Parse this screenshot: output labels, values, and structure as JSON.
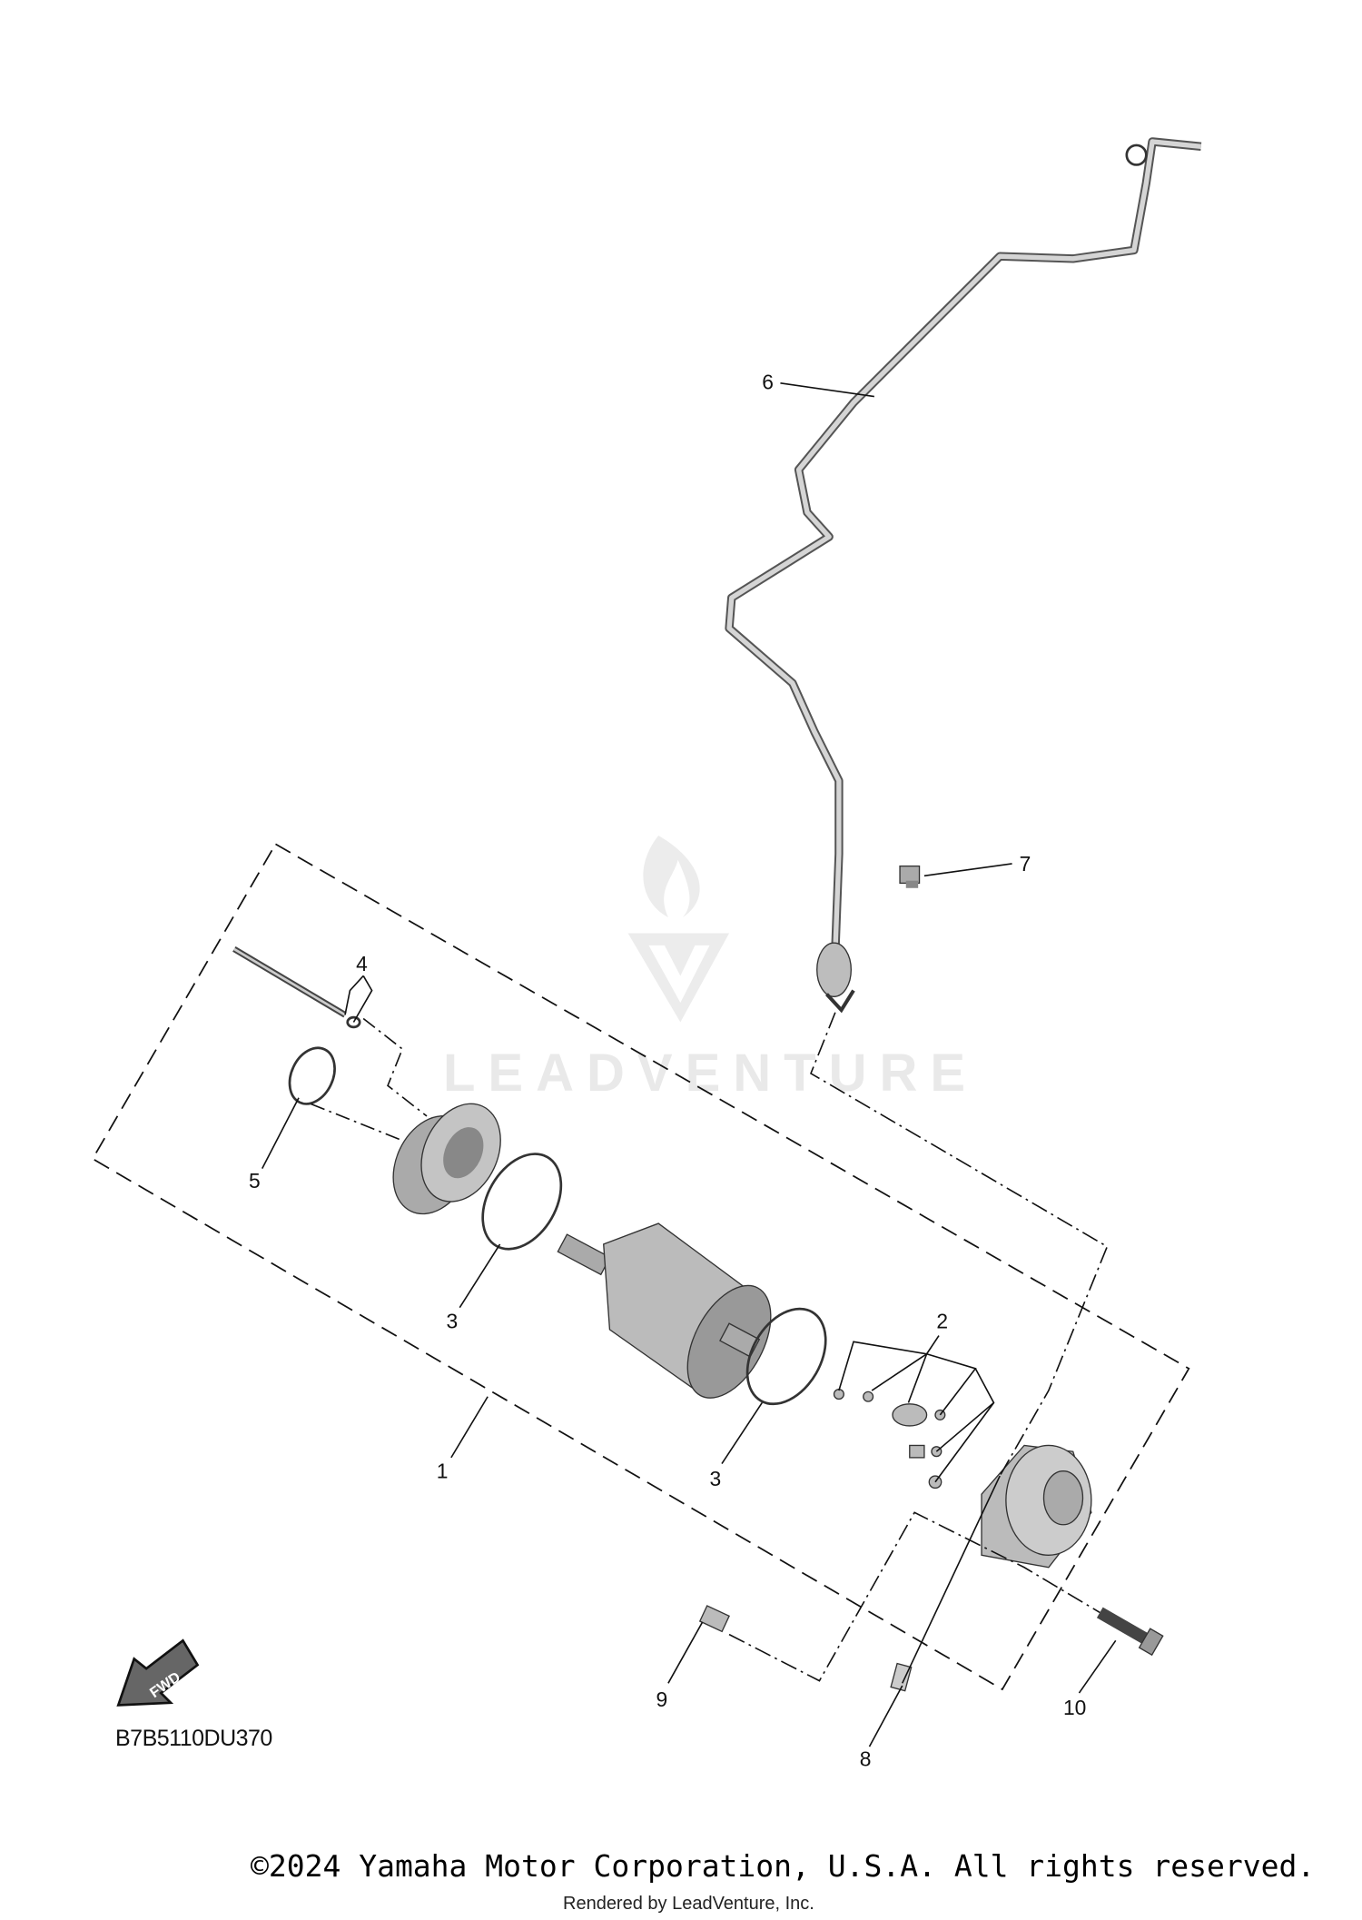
{
  "diagram": {
    "callouts": [
      "1",
      "2",
      "3",
      "3",
      "4",
      "5",
      "6",
      "7",
      "8",
      "9",
      "10"
    ],
    "diagram_code": "B7B5110DU370",
    "fwd_label": "FWD",
    "watermark": "LEADVENTURE",
    "copyright": "©2024 Yamaha Motor Corporation, U.S.A. All rights reserved.",
    "rendered_by": "Rendered by LeadVenture, Inc.",
    "colors": {
      "line": "#111111",
      "part_fill": "#bdbdbd",
      "watermark": "#e9e9e9"
    }
  }
}
